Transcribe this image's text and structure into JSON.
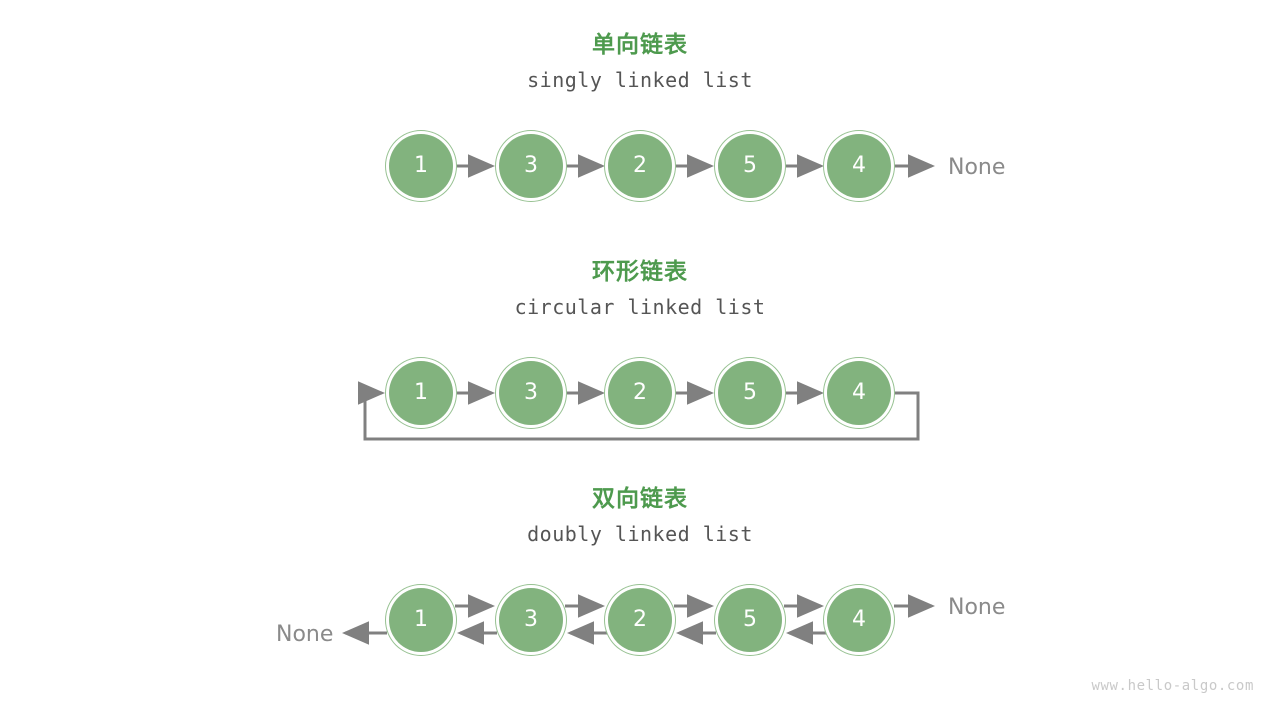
{
  "page": {
    "watermark": "www.hello-algo.com",
    "colors": {
      "node_fill": "#82b37e",
      "node_ring": "#96c191",
      "title_green": "#4e9a4e",
      "subtitle_gray": "#555555",
      "arrow_gray": "#808080",
      "none_gray": "#8a8a8a",
      "watermark_gray": "#c9c9c9",
      "background": "#ffffff"
    }
  },
  "sections": [
    {
      "id": "singly",
      "title_zh": "单向链表",
      "title_en": "singly linked list",
      "nodes": [
        "1",
        "3",
        "2",
        "5",
        "4"
      ],
      "tail_label": "None",
      "head_label": null
    },
    {
      "id": "circular",
      "title_zh": "环形链表",
      "title_en": "circular linked list",
      "nodes": [
        "1",
        "3",
        "2",
        "5",
        "4"
      ],
      "tail_label": null,
      "head_label": null
    },
    {
      "id": "doubly",
      "title_zh": "双向链表",
      "title_en": "doubly linked list",
      "nodes": [
        "1",
        "3",
        "2",
        "5",
        "4"
      ],
      "tail_label": "None",
      "head_label": "None"
    }
  ]
}
